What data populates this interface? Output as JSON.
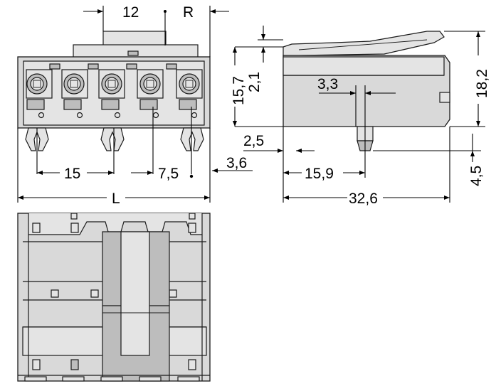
{
  "dimensions": {
    "pitch_12": "12",
    "label_r": "R",
    "pitch_15": "15",
    "pitch_7_5": "7,5",
    "offset_3_6": "3,6",
    "length_l": "L",
    "height_15_7": "15,7",
    "height_2_1": "2,1",
    "height_18_2": "18,2",
    "width_3_3": "3,3",
    "offset_2_5": "2,5",
    "depth_15_9": "15,9",
    "depth_32_6": "32,6",
    "height_4_5": "4,5"
  }
}
